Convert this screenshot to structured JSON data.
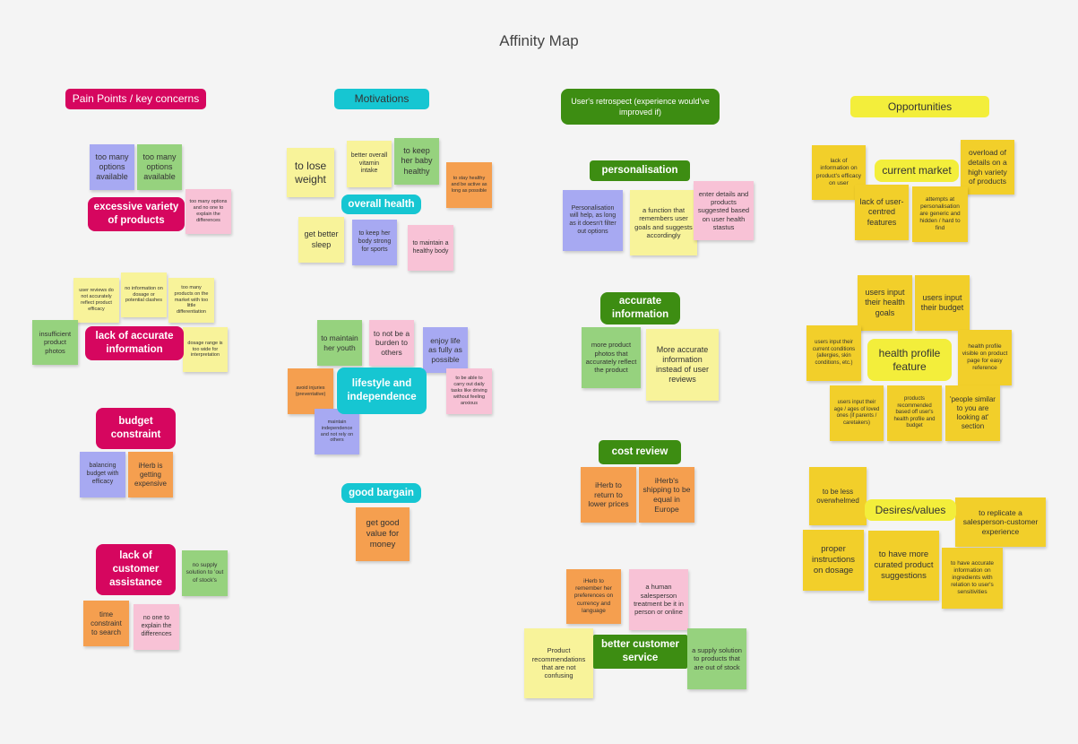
{
  "title": "Affinity Map",
  "colors": {
    "magenta": "#d6065f",
    "cyan": "#16c6d2",
    "green": "#3d8d12",
    "yellow": "#f3ee3b"
  },
  "columns": {
    "pain_points": {
      "header": "Pain Points / key concerns",
      "excessive_variety": {
        "tag": "excessive variety of products",
        "notes": [
          "too many options available",
          "too many options available",
          "too many options and no one to explain the differences"
        ]
      },
      "accurate_information": {
        "tag": "lack of accurate information",
        "notes": [
          "user reviews do not accurately reflect product efficacy",
          "no information on dosage or potential clashes",
          "too many products on the market with too little differentiation",
          "insufficient product photos",
          "dosage range is too wide for interpretation"
        ]
      },
      "budget": {
        "tag": "budget constraint",
        "notes": [
          "balancing budget with efficacy",
          "iHerb is getting expensive"
        ]
      },
      "assistance": {
        "tag": "lack of customer assistance",
        "notes": [
          "no supply solution to 'out of stock's",
          "time constraint to search",
          "no one to explain the differences"
        ]
      }
    },
    "motivations": {
      "header": "Motivations",
      "overall_health": {
        "tag": "overall health",
        "notes": [
          "to lose weight",
          "better overall vitamin intake",
          "to keep her baby healthy",
          "to stay healthy and be active as long as possible",
          "get better sleep",
          "to keep her body strong for sports",
          "to maintain a healthy body"
        ]
      },
      "lifestyle": {
        "tag": "lifestyle and independence",
        "notes": [
          "to maintain her youth",
          "to not be a burden to others",
          "enjoy life as fully as possible",
          "avoid injuries (preventative)",
          "to be able to carry out daily tasks like driving without feeling anxious",
          "maintain independence and not rely on others"
        ]
      },
      "bargain": {
        "tag": "good bargain",
        "notes": [
          "get good value for money"
        ]
      }
    },
    "retrospect": {
      "header": "User's retrospect (experience would've improved if)",
      "personalisation": {
        "tag": "personalisation",
        "notes": [
          "Personalisation will help, as long as it doesn't filter out options",
          "a function that remembers user goals and suggests accordingly",
          "enter details and products suggested based on user health stastus"
        ]
      },
      "accurate": {
        "tag": "accurate information",
        "notes": [
          "more product photos that accurately reflect the product",
          "More accurate information instead of user reviews"
        ]
      },
      "cost": {
        "tag": "cost review",
        "notes": [
          "iHerb to return to lower prices",
          "iHerb's shipping to be equal in Europe"
        ]
      },
      "service": {
        "tag": "better customer service",
        "notes": [
          "iHerb to remember her preferences on currency and language",
          "a human salesperson treatment be it in person or online",
          "Product recommendations that are not confusing",
          "a supply solution to products that are out of stock"
        ]
      }
    },
    "opportunities": {
      "header": "Opportunities",
      "current_market": {
        "tag": "current market",
        "notes": [
          "lack of information on product's efficacy on user",
          "overload of details on a high variety of products",
          "lack of user-centred features",
          "attempts at personalisation are generic and hidden / hard to find"
        ]
      },
      "health_profile": {
        "tag": "health profile feature",
        "notes": [
          "users input their health goals",
          "users input their budget",
          "users input their current conditions (allergies, skin conditions, etc.)",
          "health profile visible on product page for easy reference",
          "users input their age / ages of loved ones (if parents / caretakers)",
          "products recommended based off user's health profile and budget",
          "'people similar to you are looking at' section"
        ]
      },
      "desires": {
        "tag": "Desires/values",
        "notes": [
          "to be less overwhelmed",
          "to replicate a salesperson-customer experience",
          "proper instructions on dosage",
          "to have more curated product suggestions",
          "to have accurate information on ingredients with relation to user's sensitivities"
        ]
      }
    }
  }
}
